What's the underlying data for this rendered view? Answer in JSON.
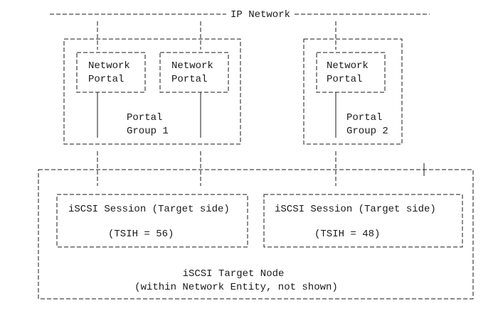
{
  "network": {
    "label": "IP Network"
  },
  "portal_groups": [
    {
      "label_line1": "Portal",
      "label_line2": "Group 1",
      "portals": [
        {
          "line1": "Network",
          "line2": "Portal"
        },
        {
          "line1": "Network",
          "line2": "Portal"
        }
      ]
    },
    {
      "label_line1": "Portal",
      "label_line2": "Group 2",
      "portals": [
        {
          "line1": "Network",
          "line2": "Portal"
        }
      ]
    }
  ],
  "sessions": [
    {
      "title": "iSCSI Session (Target side)",
      "tsih": "(TSIH = 56)"
    },
    {
      "title": "iSCSI Session (Target side)",
      "tsih": "(TSIH = 48)"
    }
  ],
  "node": {
    "title": "iSCSI Target Node",
    "subtitle": "(within Network Entity, not shown)"
  }
}
